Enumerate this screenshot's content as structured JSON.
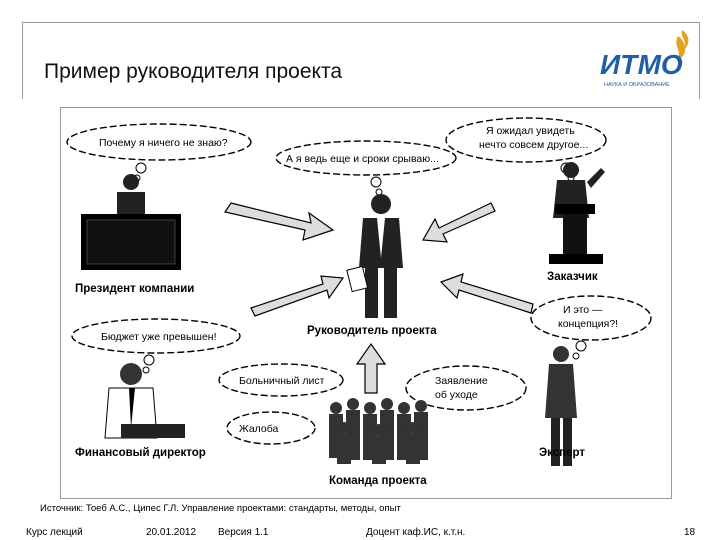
{
  "slide": {
    "title": "Пример руководителя проекта",
    "logo_text": "ИТМО",
    "logo_subtext": "НАУКА И ОБРАЗОВАНИЕ"
  },
  "diagram": {
    "bubbles": {
      "why_dont_know": "Почему я ничего не знаю?",
      "expected_line1": "Я ожидал увидеть",
      "expected_line2": "нечто совсем другое...",
      "deadlines": "А я ведь еще и сроки срываю...",
      "budget": "Бюджет уже превышен!",
      "concept_line1": "И это —",
      "concept_line2": "концепция?!",
      "sick_leave": "Больничный лист",
      "resignation_line1": "Заявление",
      "resignation_line2": "об уходе",
      "complaint": "Жалоба"
    },
    "labels": {
      "president": "Президент компании",
      "customer": "Заказчик",
      "project_manager": "Руководитель проекта",
      "finance_director": "Финансовый директор",
      "expert": "Эксперт",
      "project_team": "Команда проекта"
    }
  },
  "source": "Источник: Тоеб А.С., Ципес Г.Л. Управление проектами: стандарты, методы, опыт",
  "footer": {
    "course": "Курс лекций",
    "date": "20.01.2012",
    "version": "Версия 1.1",
    "author": "Доцент каф.ИС, к.т.н.",
    "page": "18"
  },
  "colors": {
    "logo_blue": "#1f5fa8",
    "logo_orange": "#e8a020",
    "frame": "#9a9a9a"
  }
}
